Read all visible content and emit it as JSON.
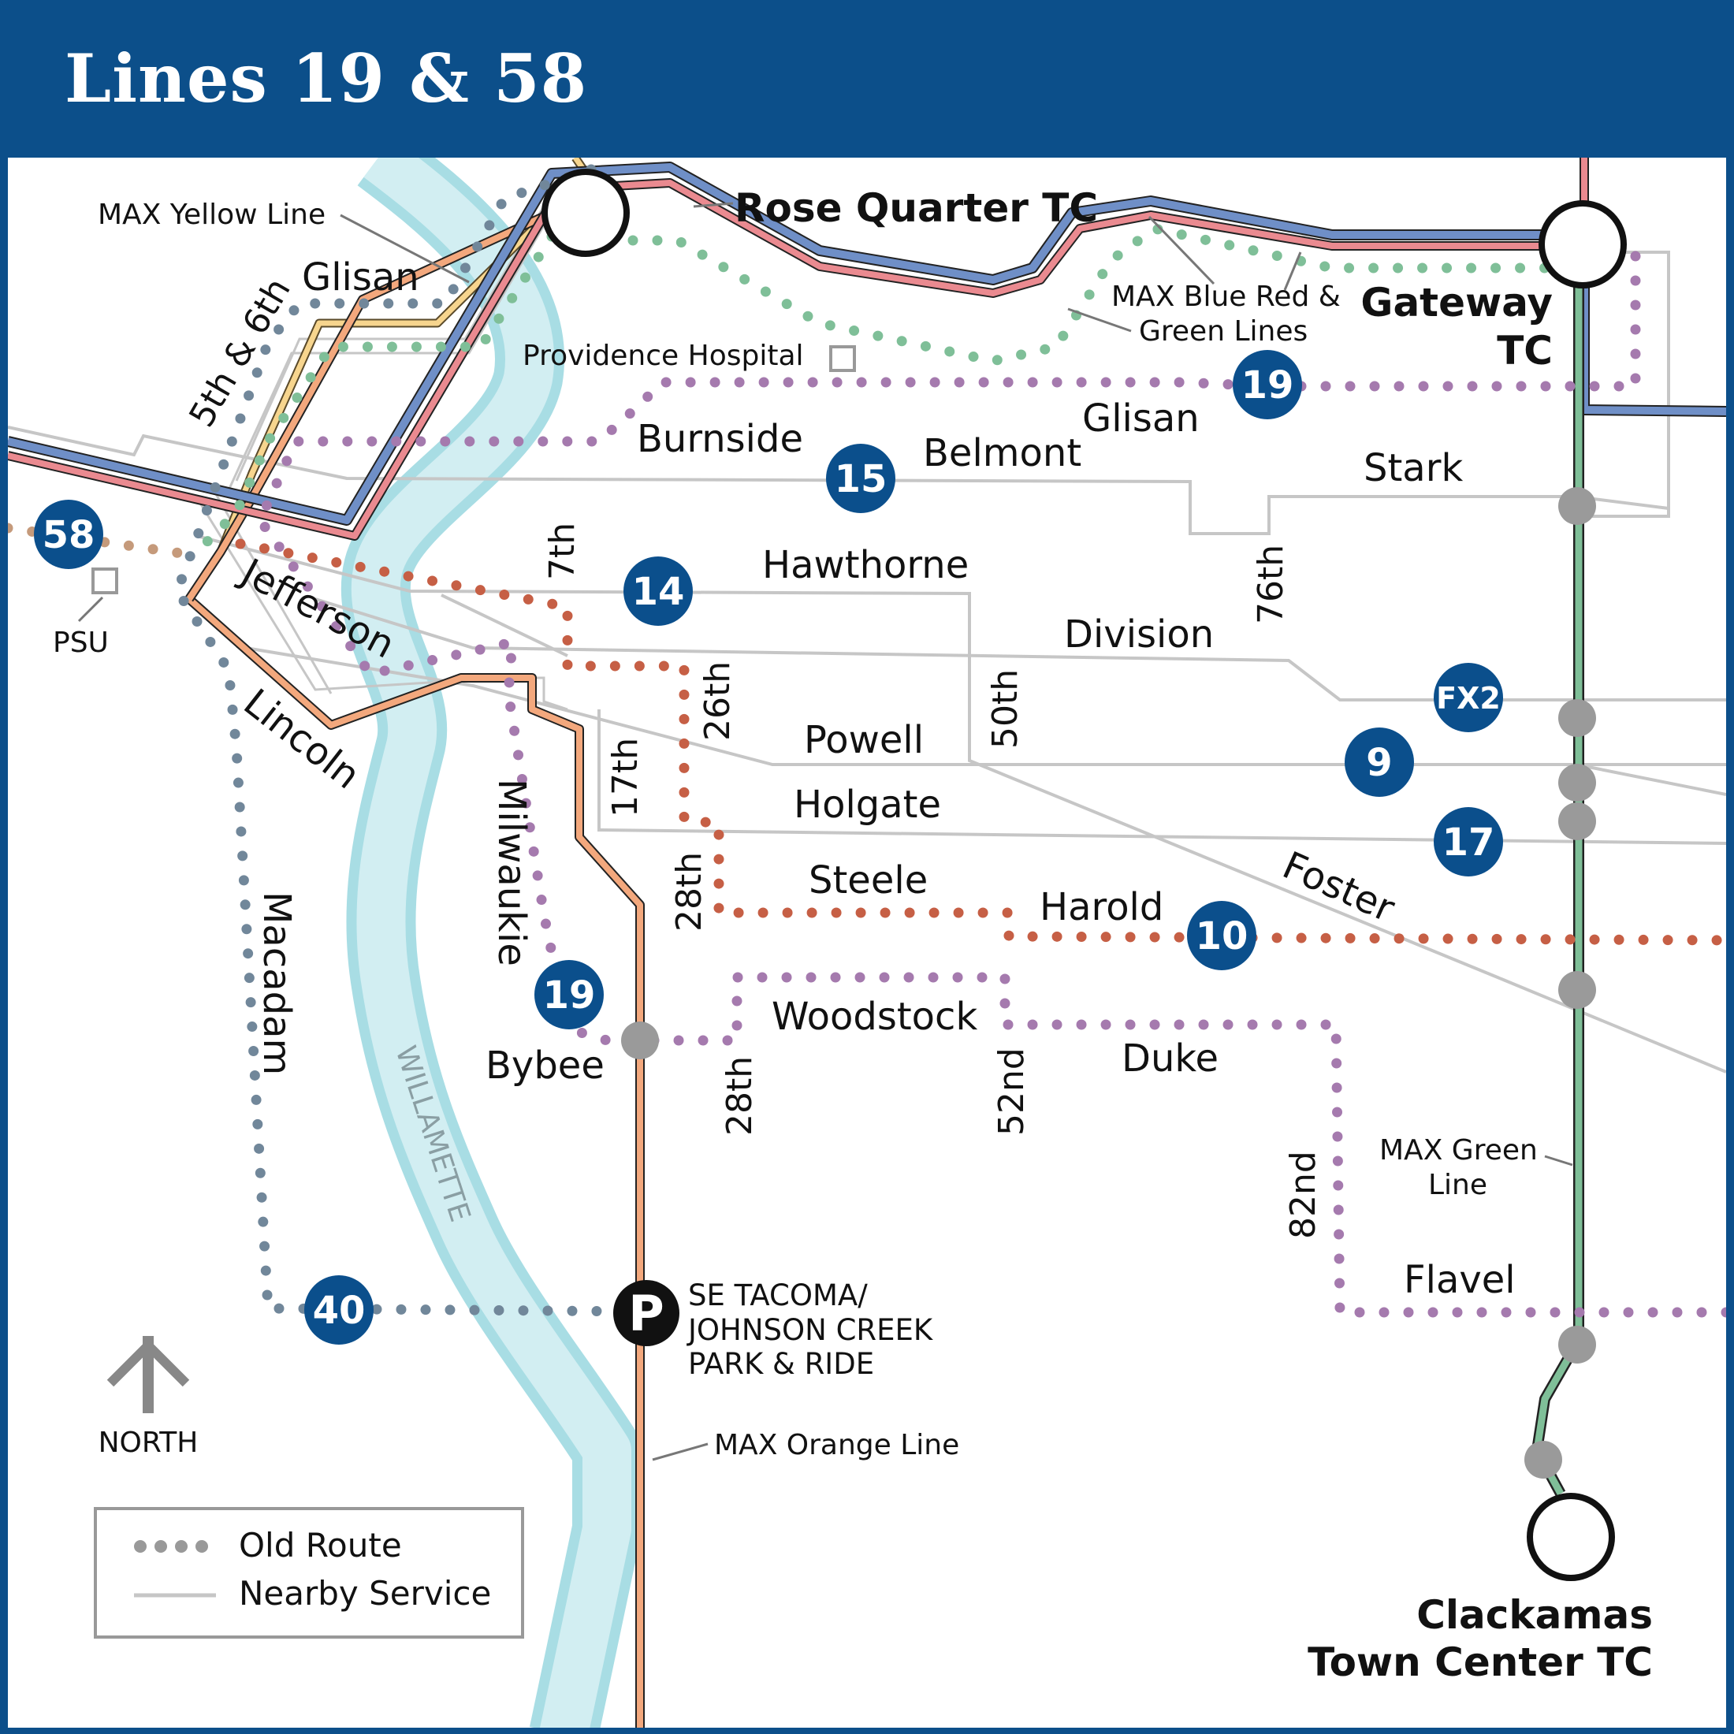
{
  "title": "Lines 19 & 58",
  "colors": {
    "header": "#0c4f8a",
    "badge": "#0b4f8c",
    "river": "#a8dde4",
    "nearby": "#c6c6c6",
    "blue_line": "#6f8fc7",
    "red_line": "#ea8a90",
    "green_line": "#7fbf98",
    "yellow_line": "#f7d58e",
    "orange_line": "#f3a87d",
    "route19": "#a57aae",
    "route10": "#c65f45",
    "route58": "#c59a7b",
    "route40": "#71879a"
  },
  "stations": {
    "rose_quarter": "Rose Quarter TC",
    "gateway_1": "Gateway",
    "gateway_2": "TC",
    "clackamas_1": "Clackamas",
    "clackamas_2": "Town Center TC",
    "park_ride_symbol": "P",
    "park_ride_1": "SE TACOMA/",
    "park_ride_2": "JOHNSON CREEK",
    "park_ride_3": "PARK & RIDE"
  },
  "callouts": {
    "max_yellow": "MAX Yellow Line",
    "max_brg_1": "MAX Blue Red &",
    "max_brg_2": "Green Lines",
    "providence": "Providence Hospital",
    "psu": "PSU",
    "max_green_1": "MAX Green",
    "max_green_2": "Line",
    "max_orange": "MAX Orange Line"
  },
  "streets": {
    "glisan_w": "Glisan",
    "fifth_sixth": "5th & 6th",
    "burnside": "Burnside",
    "belmont": "Belmont",
    "glisan_e": "Glisan",
    "stark": "Stark",
    "hawthorne": "Hawthorne",
    "seventh": "7th",
    "seventy_sixth": "76th",
    "jefferson": "Jefferson",
    "division": "Division",
    "twenty_sixth": "26th",
    "fiftieth": "50th",
    "powell": "Powell",
    "lincoln": "Lincoln",
    "seventeenth": "17th",
    "holgate": "Holgate",
    "milwaukie": "Milwaukie",
    "twenty_eighth_n": "28th",
    "steele": "Steele",
    "harold": "Harold",
    "foster": "Foster",
    "macadam": "Macadam",
    "woodstock": "Woodstock",
    "bybee": "Bybee",
    "duke": "Duke",
    "twenty_eighth_s": "28th",
    "fifty_second": "52nd",
    "eighty_second": "82nd",
    "flavel": "Flavel",
    "willamette": "WILLAMETTE"
  },
  "routes": {
    "r19_top": "19",
    "r19_mid": "19",
    "r15": "15",
    "r58": "58",
    "r14": "14",
    "fx2": "FX2",
    "r9": "9",
    "r17": "17",
    "r10": "10",
    "r40": "40"
  },
  "north": "NORTH",
  "legend": {
    "old_route": "Old Route",
    "nearby_service": "Nearby Service"
  }
}
